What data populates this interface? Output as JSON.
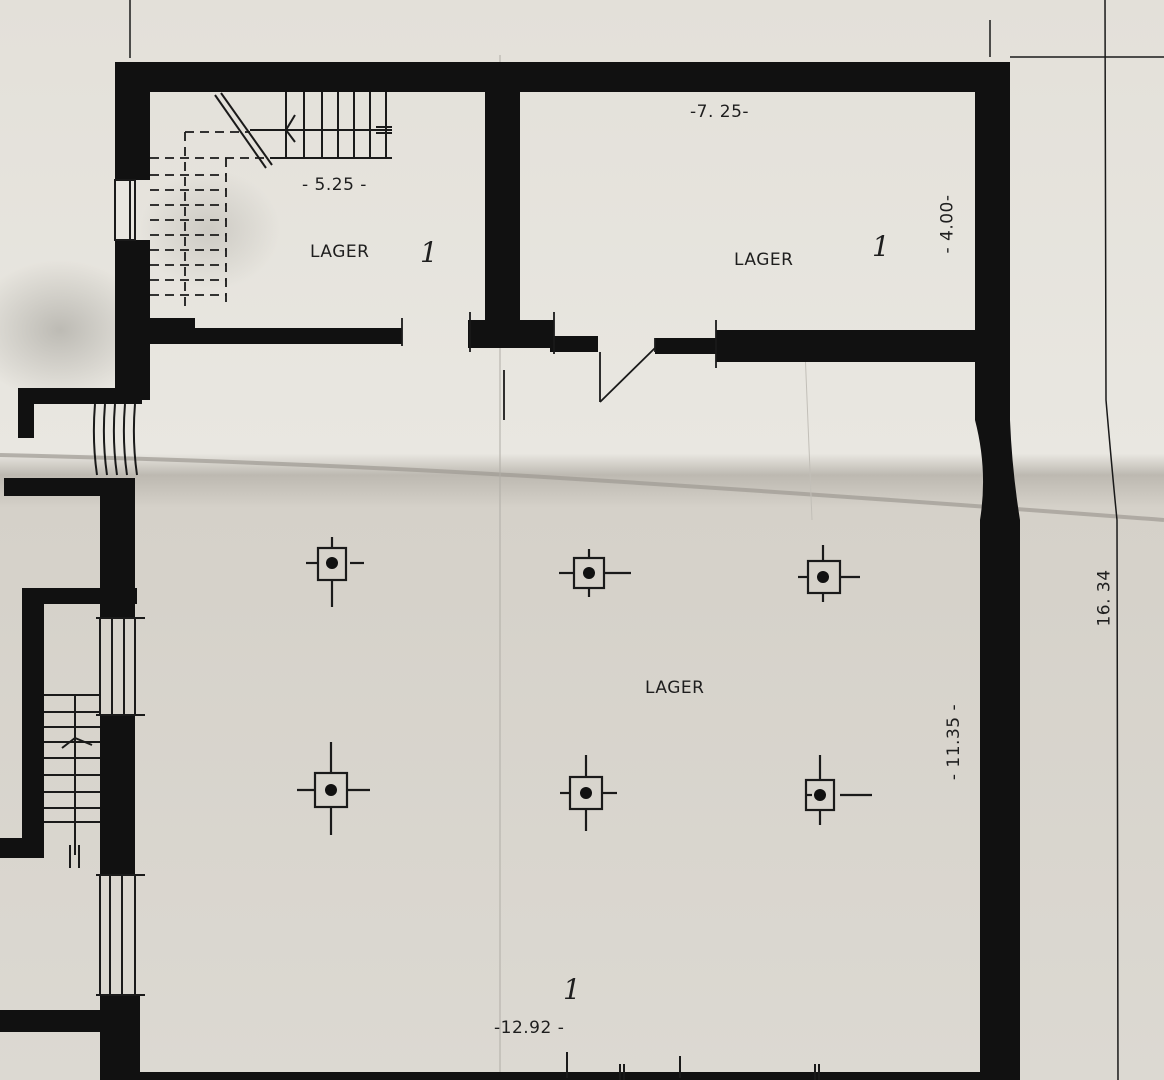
{
  "drawing": {
    "type": "floor plan",
    "colors": {
      "paper": "#e4e1da",
      "paper_shadow": "#c9c6bf",
      "wall": "#111111",
      "line": "#1a1a1a"
    },
    "rooms": [
      {
        "id": "room-top-left",
        "label": "LAGER",
        "width_dim": "- 5.25 -",
        "mark": "1"
      },
      {
        "id": "room-top-right",
        "label": "LAGER",
        "width_dim": "-7. 25-",
        "depth_dim": "- 4.00-",
        "mark": "1"
      },
      {
        "id": "room-main",
        "label": "LAGER",
        "width_dim": "-12.92 -",
        "depth_dim": "- 11.35 -",
        "mark": "1"
      }
    ],
    "overall_dim": "16. 34",
    "columns": [
      {
        "id": "column-1"
      },
      {
        "id": "column-2"
      },
      {
        "id": "column-3"
      },
      {
        "id": "column-4"
      },
      {
        "id": "column-5"
      },
      {
        "id": "column-6"
      }
    ],
    "stairs": [
      {
        "id": "stair-top-left",
        "direction": "left"
      },
      {
        "id": "stair-left-lower",
        "direction": "up"
      }
    ]
  }
}
